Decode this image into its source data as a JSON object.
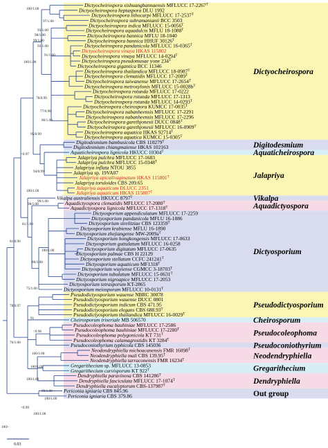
{
  "colors": {
    "tree_line": "#1f3f8f",
    "tip_default": "#000000",
    "tip_highlight": "#d0281e",
    "band_yellow": "#fbf6b4",
    "band_pink": "#f6dbe6",
    "band_lavender": "#d9dcef",
    "band_cyan": "#d7eef7"
  },
  "clades": [
    {
      "name": "Dictyocheirospora",
      "italic": true,
      "band": "band_yellow"
    },
    {
      "name": "Digitodesmium",
      "italic": true,
      "band": "band_lavender"
    },
    {
      "name": "Aquaticheirospora",
      "italic": true,
      "band": "band_cyan"
    },
    {
      "name": "Jalapriya",
      "italic": true,
      "band": "band_yellow"
    },
    {
      "name": "Vikalpa",
      "italic": true,
      "band": "band_lavender"
    },
    {
      "name": "Aquadictyospora",
      "italic": true,
      "band": "band_pink"
    },
    {
      "name": "Dictyosporium",
      "italic": true,
      "band": "band_lavender"
    },
    {
      "name": "Pseudodictyosporium",
      "italic": true,
      "band": "band_yellow"
    },
    {
      "name": "Cheirosporum",
      "italic": true,
      "band": "band_cyan"
    },
    {
      "name": "Pseudocoleophoma",
      "italic": true,
      "band": "band_pink"
    },
    {
      "name": "Pseudoconiothyrium",
      "italic": true,
      "band": "band_lavender"
    },
    {
      "name": "Neodendryphiella",
      "italic": true,
      "band": "band_pink"
    },
    {
      "name": "Gregarithecium",
      "italic": true,
      "band": "band_cyan"
    },
    {
      "name": "Dendryphiella",
      "italic": true,
      "band": "band_pink"
    },
    {
      "name": "Out group",
      "italic": false,
      "band": "band_lavender"
    }
  ],
  "taxa": [
    {
      "name": "Dictyocheirospora xishuangbannaensis",
      "strain": "MFLUCC 17-2267",
      "type": true,
      "highlight": false
    },
    {
      "name": "Dictyocheirospora heptaspora",
      "strain": "DLU 1992",
      "type": false,
      "highlight": false
    },
    {
      "name": "Dictyocheirospora lithocarpi",
      "strain": "MFLUCC 17-2537",
      "type": true,
      "highlight": false
    },
    {
      "name": "Dictyocheirospora subramanianii",
      "strain": "BCC 3503",
      "type": false,
      "highlight": false
    },
    {
      "name": "Dictyocheirospora indica",
      "strain": "MFLUCC 15-0056",
      "type": true,
      "highlight": false
    },
    {
      "name": "Dictyocheirospora aquadulcis",
      "strain": "MFLU 18-1088",
      "type": true,
      "highlight": false
    },
    {
      "name": "Dictyocheirospora bannica",
      "strain": "MFLU 18-1040",
      "type": false,
      "highlight": false
    },
    {
      "name": "Dictyocheirospora bannica",
      "strain": "HHUF 30126",
      "type": true,
      "highlight": false
    },
    {
      "name": "Dictyocheirospora pandanicola",
      "strain": "MFLUCC 16-0365",
      "type": true,
      "highlight": false
    },
    {
      "name": "Dictyocheirospora vinaya",
      "strain": "HKAS 115802",
      "type": false,
      "highlight": true
    },
    {
      "name": "Dictyocheirospora vinaya",
      "strain": "MFLUCC 14-0294",
      "type": true,
      "highlight": false
    },
    {
      "name": "Dictyocheirospora pseudomusae",
      "strain": "yone 234",
      "type": true,
      "highlight": false
    },
    {
      "name": "Dictyocheirospora gigantica",
      "strain": "BCC 11346",
      "type": false,
      "highlight": false
    },
    {
      "name": "Dictyocheirospora thailandica",
      "strain": "MFLUCC 18-0987",
      "type": true,
      "highlight": false
    },
    {
      "name": "Dictyocheirospora clematidis",
      "strain": "MFLUCC 17-2089",
      "type": true,
      "highlight": false
    },
    {
      "name": "Dictyocheirospora taiwanense",
      "strain": "MFLUCC 17-2654",
      "type": true,
      "highlight": false
    },
    {
      "name": "Dictyocheirospora metroxylonis",
      "strain": "MFLUCC 15-0028b",
      "type": true,
      "highlight": false
    },
    {
      "name": "Dictyocheirospora rotunda",
      "strain": "MFLUCC 17-0222",
      "type": false,
      "highlight": false
    },
    {
      "name": "Dictyocheirospora rotunda",
      "strain": "MFLUCC 17-1313",
      "type": false,
      "highlight": false
    },
    {
      "name": "Dictyocheirospora rotunda",
      "strain": "MFLUCC 14-0293",
      "type": true,
      "highlight": false
    },
    {
      "name": "Dictyocheirospora cheirospora",
      "strain": "KUMCC 17-0035",
      "type": true,
      "highlight": false
    },
    {
      "name": "Dictyocheirospora nabanheensis",
      "strain": "MFLUCC 17-2291",
      "type": false,
      "highlight": false
    },
    {
      "name": "Dictyocheirospora nabanheensis",
      "strain": "MFLUCC 17-2296",
      "type": false,
      "highlight": false
    },
    {
      "name": "Dictyocheirospora garethjonesii",
      "strain": "DUCC 0848",
      "type": true,
      "highlight": false
    },
    {
      "name": "Dictyocheirospora garethjonesii",
      "strain": "MFLUCC 16-0909",
      "type": true,
      "highlight": false
    },
    {
      "name": "Dictyocheirospora aquatica",
      "strain": "HKAS 92714",
      "type": true,
      "highlight": false
    },
    {
      "name": "Dictyocheirospora aquatica",
      "strain": "KUMCC 15-0305",
      "type": true,
      "highlight": false
    },
    {
      "name": "Digitodesmium bambusicola",
      "strain": "CBS 110279",
      "type": true,
      "highlight": false
    },
    {
      "name": "Digitodesmium chiangmaiense",
      "strain": "HKAS 102163",
      "type": false,
      "highlight": false
    },
    {
      "name": "Aquaticheirospora lignicola",
      "strain": "HKUCC 10304",
      "type": true,
      "highlight": false
    },
    {
      "name": "Jalapriya pulchra",
      "strain": "MFLUCC 17-1683",
      "type": false,
      "highlight": false
    },
    {
      "name": "Jalapriya pulchra",
      "strain": "MFLUCC 15-0348",
      "type": true,
      "highlight": false
    },
    {
      "name": "Jalapriya inflata",
      "strain": "NTOU 3855",
      "type": false,
      "highlight": false
    },
    {
      "name": "Jalapriya",
      "strain": "sp. 19VA07",
      "type": false,
      "highlight": false
    },
    {
      "name": "Jalapriya apicalivaginatum",
      "strain": "HKAS 115801",
      "type": true,
      "highlight": true
    },
    {
      "name": "Jalapriya toruloides",
      "strain": "CBS 209.65",
      "type": false,
      "highlight": false
    },
    {
      "name": "Jalapriya aquaticum",
      "strain": "DLUCC 2351",
      "type": false,
      "highlight": true
    },
    {
      "name": "Jalapriya aquaticum",
      "strain": "HKAS 115807",
      "type": true,
      "highlight": true
    },
    {
      "name": "Vikalpa australiensis",
      "strain": "HKUCC 8797",
      "type": true,
      "highlight": false
    },
    {
      "name": "Aquadictyospora clematidis",
      "strain": "MFLUCC 17-2080",
      "type": true,
      "highlight": false
    },
    {
      "name": "Aquadictyospora lignicola",
      "strain": "MFLUCC 17-1318",
      "type": true,
      "highlight": false
    },
    {
      "name": "Dictyosporium appendiculatum",
      "strain": "MFLUCC 17-2259",
      "type": false,
      "highlight": false
    },
    {
      "name": "Dictyosporium pandanicola",
      "strain": "MFLU 16-1886",
      "type": false,
      "highlight": false
    },
    {
      "name": "Dictyosporium strelitziae",
      "strain": "CBS 123359",
      "type": true,
      "highlight": false
    },
    {
      "name": "Dictyosporium krabiense",
      "strain": "MFLU 16-1890",
      "type": false,
      "highlight": false
    },
    {
      "name": "Dictyosporium zhejiangense",
      "strain": "MW-2009a",
      "type": true,
      "highlight": false
    },
    {
      "name": "Dictyosporium hongkongensis",
      "strain": "MFLUCC 17-0633",
      "type": false,
      "highlight": false
    },
    {
      "name": "Dictyosporium guttulatum",
      "strain": "MFLUCC 16-0258",
      "type": false,
      "highlight": false
    },
    {
      "name": "Dictyosporium digitatum",
      "strain": "MFLUCC 17-0635",
      "type": false,
      "highlight": false
    },
    {
      "name": "Dictyosporium palmae",
      "strain": "CBS H 22129",
      "type": false,
      "highlight": false
    },
    {
      "name": "Dictyosporium stellatum",
      "strain": "CCFC 241241",
      "type": true,
      "highlight": false
    },
    {
      "name": "Dictyosporium aquaticum",
      "strain": "MF1318",
      "type": true,
      "highlight": false
    },
    {
      "name": "Dictyosporium wuyiense",
      "strain": "CGMCC 3-18703",
      "type": true,
      "highlight": false
    },
    {
      "name": "Dictyosporium tubulatum",
      "strain": "MFLUCC 15-0631",
      "type": true,
      "highlight": false
    },
    {
      "name": "Dictyosporium nigroapice",
      "strain": "MFLUCC 17-2053",
      "type": false,
      "highlight": false
    },
    {
      "name": "Dictyosporium tetrasporum",
      "strain": "KT-2865",
      "type": false,
      "highlight": false
    },
    {
      "name": "Dictyosporium meiosporum",
      "strain": "MFLUCC 10-0131",
      "type": true,
      "highlight": false
    },
    {
      "name": "Pseudodictyosporium wauense",
      "strain": "NBRC 30078",
      "type": false,
      "highlight": false
    },
    {
      "name": "Pseudodictyosporium wauense",
      "strain": "DUCC 0801",
      "type": false,
      "highlight": false
    },
    {
      "name": "Pseudodictyosporium indicum",
      "strain": "CBS 471.95",
      "type": false,
      "highlight": false
    },
    {
      "name": "Pseudodictyosporium elegans",
      "strain": "CBS 688.93",
      "type": true,
      "highlight": false
    },
    {
      "name": "Pseudodictyosporium thailandica",
      "strain": "MFLUCC 16-0029",
      "type": true,
      "highlight": false
    },
    {
      "name": "Cheirosporum triseriale",
      "strain": "MB 506570",
      "type": false,
      "highlight": false
    },
    {
      "name": "Pseudocoleophoma bauhiniae",
      "strain": "MFLUCC 17-2586",
      "type": false,
      "highlight": false
    },
    {
      "name": "Pseudocoleophoma bauhiniae",
      "strain": "MFLUCC 17-2280",
      "type": true,
      "highlight": false
    },
    {
      "name": "Pseudocoleophoma polygonicola",
      "strain": "KT 731",
      "type": true,
      "highlight": false
    },
    {
      "name": "Pseudocoleophoma calamagrostidis",
      "strain": "KT 3284",
      "type": true,
      "highlight": false
    },
    {
      "name": "Pseudoconiothyrium typhicola",
      "strain": "CBS 145036",
      "type": false,
      "highlight": false
    },
    {
      "name": "Neodendryphiella michoacanensis",
      "strain": "FMR 16098",
      "type": true,
      "highlight": false
    },
    {
      "name": "Neodendryphiella mali",
      "strain": "CBS 139.95",
      "type": true,
      "highlight": false
    },
    {
      "name": "Neodendryphiella tarraconensis",
      "strain": "FMR 16234",
      "type": true,
      "highlight": false
    },
    {
      "name": "Gregarithecium",
      "strain": "sp. MFLUCC 13-0853",
      "type": false,
      "highlight": false
    },
    {
      "name": "Gregarithecium curvisporum",
      "strain": "KT 922",
      "type": true,
      "highlight": false
    },
    {
      "name": "Dendryphiella paravinosa",
      "strain": "CBS 141286",
      "type": true,
      "highlight": false
    },
    {
      "name": "Dendryphiella fasciculata",
      "strain": "MFLUCC 17-1074",
      "type": true,
      "highlight": false
    },
    {
      "name": "Dendryphiella eucalyptorum",
      "strain": "CBS-137987",
      "type": true,
      "highlight": false
    },
    {
      "name": "Periconia igniaria",
      "strain": "CBS 845.96",
      "type": false,
      "highlight": false
    },
    {
      "name": "Periconia igniaria",
      "strain": "CBS 379.86",
      "type": false,
      "highlight": false
    }
  ],
  "type_marker": "T",
  "support_labels": [
    "100/1.00",
    "97/1.00",
    "93/1.00",
    "98/1.00",
    "99/1.00",
    "92/1.00",
    "91/1.00",
    "100/1.00",
    "78/0.99",
    "77/0.98",
    "86/1.00",
    "95/0.99",
    "<0.97",
    "94/0.99",
    "100/1.00",
    "99/1.00",
    "98/1.00",
    "81/1.00",
    "81/0.96",
    "100/1.00",
    "80/1.00",
    "75/1.00",
    "78/0.97",
    "76/1.00",
    "91",
    "<0.96",
    "100/1.00",
    "100/1.00",
    "100/1.00",
    "99/1.00",
    "100/1.00",
    "<0.99",
    "100/1.00",
    "100/-"
  ],
  "scale_bar_label": "0.03"
}
